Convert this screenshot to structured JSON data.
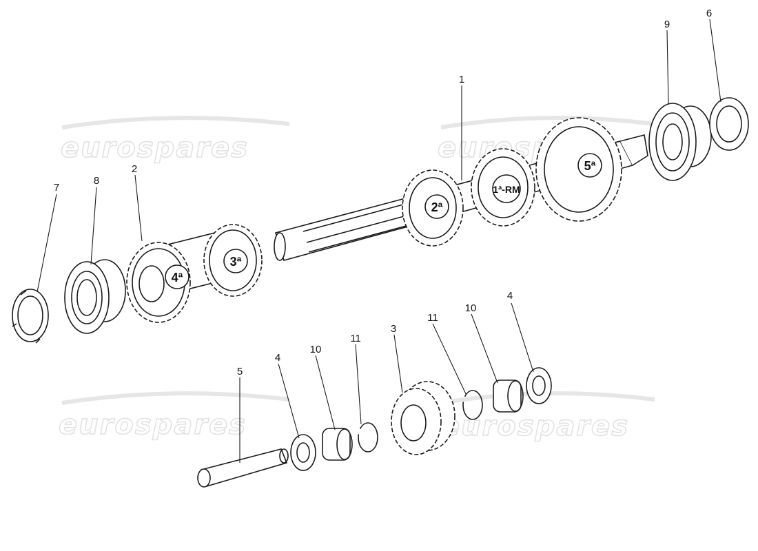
{
  "watermark": {
    "text": "eurospares",
    "color": "#e2e2e2"
  },
  "gear_labels": {
    "first_rm": "1ª-RM",
    "second": "2ª",
    "third": "3ª",
    "fourth": "4ª",
    "fifth": "5ª"
  },
  "callouts": [
    {
      "id": "c1",
      "number": "1"
    },
    {
      "id": "c2",
      "number": "2"
    },
    {
      "id": "c3",
      "number": "3"
    },
    {
      "id": "c4a",
      "number": "4"
    },
    {
      "id": "c4b",
      "number": "4"
    },
    {
      "id": "c5",
      "number": "5"
    },
    {
      "id": "c6",
      "number": "6"
    },
    {
      "id": "c7",
      "number": "7"
    },
    {
      "id": "c8",
      "number": "8"
    },
    {
      "id": "c9",
      "number": "9"
    },
    {
      "id": "c10a",
      "number": "10"
    },
    {
      "id": "c10b",
      "number": "10"
    },
    {
      "id": "c11a",
      "number": "11"
    },
    {
      "id": "c11b",
      "number": "11"
    }
  ],
  "colors": {
    "ink": "#1a1a1a",
    "background": "#ffffff"
  }
}
